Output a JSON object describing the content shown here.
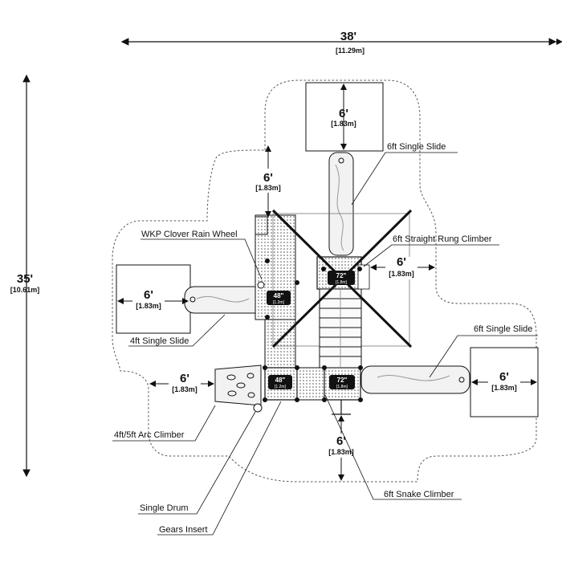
{
  "overall": {
    "width_ft": "38'",
    "width_m": "[11.29m]",
    "depth_ft": "35'",
    "depth_m": "[10.61m]"
  },
  "clearances": {
    "top_slide_zone": {
      "ft": "6'",
      "m": "[1.83m]"
    },
    "top_deck": {
      "ft": "6'",
      "m": "[1.83m]"
    },
    "left_zone": {
      "ft": "6'",
      "m": "[1.83m]"
    },
    "right_of_climber": {
      "ft": "6'",
      "m": "[1.83m]"
    },
    "right_zone": {
      "ft": "6'",
      "m": "[1.83m]"
    },
    "arc_climber": {
      "ft": "6'",
      "m": "[1.83m]"
    },
    "bottom": {
      "ft": "6'",
      "m": "[1.83m]"
    }
  },
  "components": {
    "slide_top": "6ft Single Slide",
    "rain_wheel": "WKP Clover Rain Wheel",
    "rung_climber": "6ft Straight Rung Climber",
    "slide_left": "4ft Single Slide",
    "slide_right": "6ft Single Slide",
    "arc_climber": "4ft/5ft Arc Climber",
    "drum": "Single Drum",
    "gears": "Gears Insert",
    "snake_climber": "6ft Snake Climber"
  },
  "decks": {
    "deck_a": {
      "in": "72\"",
      "m": "[1.8m]"
    },
    "deck_b": {
      "in": "48\"",
      "m": "[1.2m]"
    },
    "deck_c": {
      "in": "48\"",
      "m": "[1.2m]"
    },
    "deck_d": {
      "in": "72\"",
      "m": "[1.8m]"
    }
  },
  "colors": {
    "line": "#111111",
    "dash": "#555555",
    "tag": "#111111",
    "fill": "#ffffff"
  }
}
